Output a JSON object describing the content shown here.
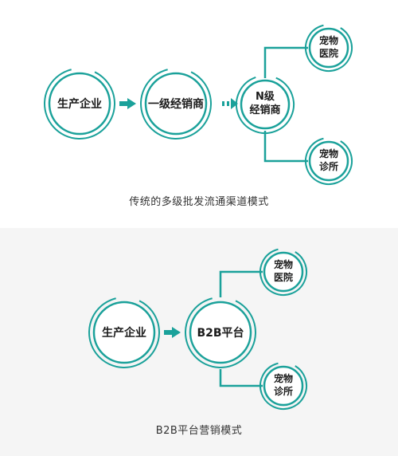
{
  "colors": {
    "accent": "#1aa19a",
    "background_top": "#ffffff",
    "background_bottom": "#f5f5f5",
    "text": "#1a1a1a"
  },
  "diagrams": [
    {
      "caption": "传统的多级批发流通渠道模式",
      "nodes": {
        "producer": [
          "生产企业"
        ],
        "level1": [
          "一级经销商"
        ],
        "levelN": [
          "N级",
          "经销商"
        ],
        "hospital": [
          "宠物",
          "医院"
        ],
        "clinic": [
          "宠物",
          "诊所"
        ]
      }
    },
    {
      "caption": "B2B平台营销模式",
      "nodes": {
        "producer": [
          "生产企业"
        ],
        "platform": [
          "B2B平台"
        ],
        "hospital": [
          "宠物",
          "医院"
        ],
        "clinic": [
          "宠物",
          "诊所"
        ]
      }
    }
  ]
}
